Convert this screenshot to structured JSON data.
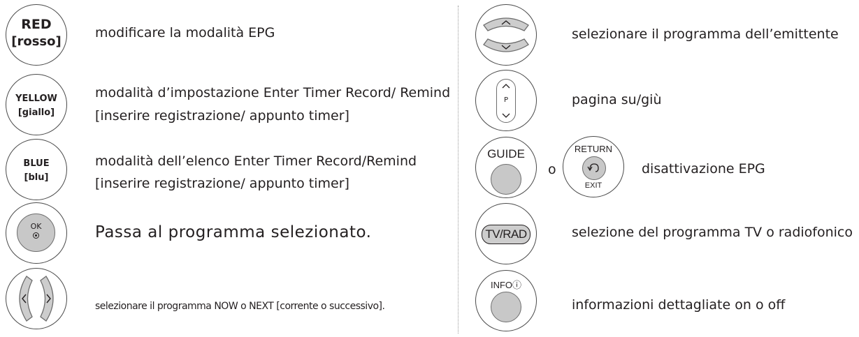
{
  "left": {
    "red": {
      "line1": "RED",
      "line2": "[rosso]",
      "desc": "modificare la modalità EPG"
    },
    "yellow": {
      "line1": "YELLOW",
      "line2": "[giallo]",
      "desc1": "modalità d’impostazione Enter Timer Record/ Remind",
      "desc2": "[inserire registrazione/ appunto timer]"
    },
    "blue": {
      "line1": "BLUE",
      "line2": "[blu]",
      "desc1": "modalità dell’elenco Enter Timer Record/Remind",
      "desc2": "[inserire registrazione/ appunto timer]"
    },
    "ok": {
      "label": "OK",
      "desc": "Passa al programma selezionato."
    },
    "arrows": {
      "desc": "selezionare il programma NOW o NEXT  [corrente o successivo]."
    }
  },
  "right": {
    "updown": {
      "desc": "selezionare il programma dell’emittente"
    },
    "page": {
      "label": "P",
      "desc": "pagina su/giù"
    },
    "guide": {
      "label": "GUIDE",
      "conj": "o",
      "return_label": "RETURN",
      "exit_label": "EXIT",
      "desc": "disattivazione EPG"
    },
    "tvrad": {
      "label": "TV/RAD",
      "desc": "selezione del programma TV o radiofonico"
    },
    "info": {
      "label": "INFO",
      "info_symbol": "ⓘ",
      "desc": "informazioni dettagliate on o off"
    }
  }
}
